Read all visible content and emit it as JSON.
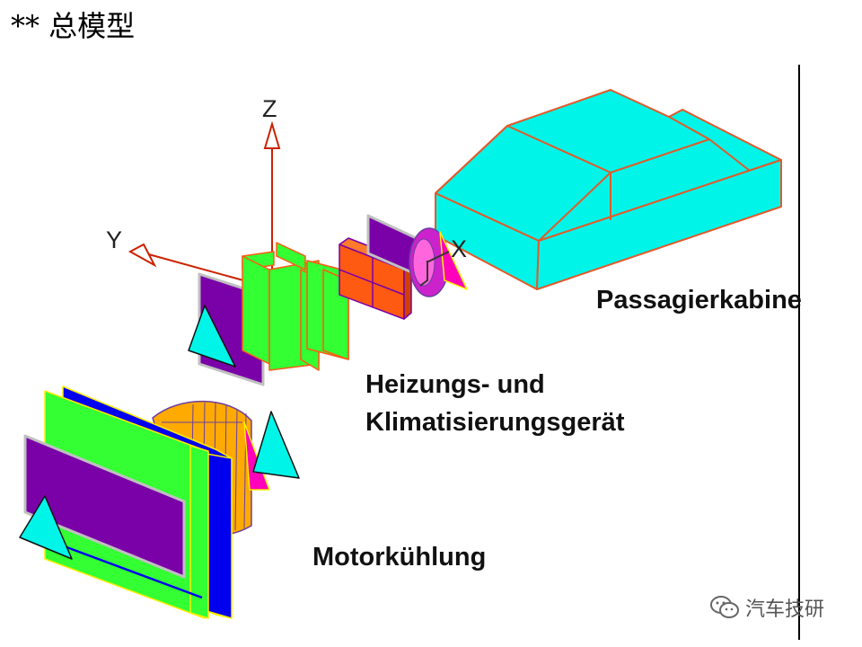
{
  "title": "** 总模型",
  "axes": {
    "z": "Z",
    "y": "Y",
    "x": "X"
  },
  "labels": {
    "cabin": "Passagierkabine",
    "hvac_line1": "Heizungs- und",
    "hvac_line2": "Klimatisierungsgerät",
    "cooling": "Motorkühlung"
  },
  "watermark": "汽车技研",
  "colors": {
    "cyan": "#00f5e8",
    "green": "#33ff33",
    "purple": "#7a00a8",
    "blue": "#0000ee",
    "orange": "#ff5a12",
    "fan": "#ffaa00",
    "magenta": "#ff00bb",
    "axis_red": "#cc2200"
  }
}
